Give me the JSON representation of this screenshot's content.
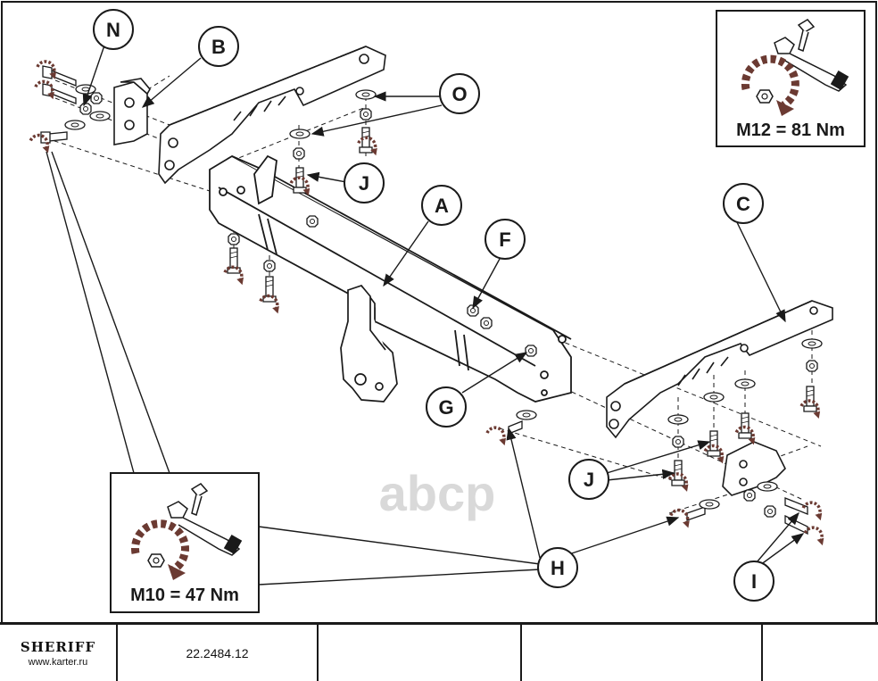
{
  "callouts": {
    "a": "A",
    "b": "B",
    "c": "C",
    "f": "F",
    "g": "G",
    "h": "H",
    "i": "I",
    "j_top": "J",
    "j_bottom": "J",
    "n": "N",
    "o": "O"
  },
  "torque_top": "M12 = 81 Nm",
  "torque_bottom": "M10 = 47 Nm",
  "watermark": "abcp",
  "title_block": {
    "brand": "SHERIFF",
    "website": "www.karter.ru",
    "part_number": "22.2484.12"
  },
  "colors": {
    "line": "#1a1a1a",
    "rotation_arrow": "#6b3a32",
    "watermark": "#d9d9d9"
  }
}
